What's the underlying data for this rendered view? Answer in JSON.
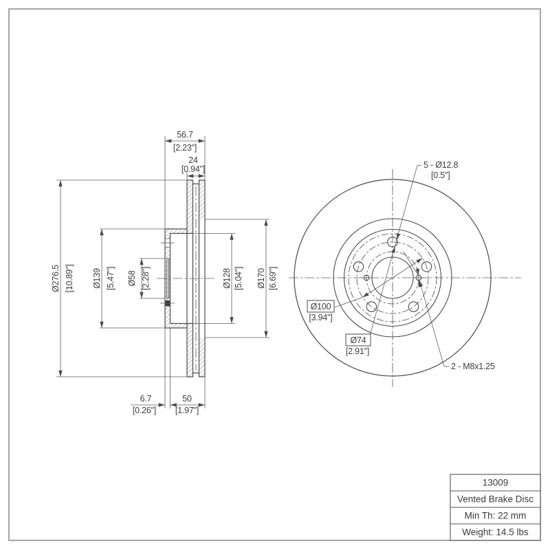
{
  "section_view": {
    "dims": {
      "overall_width": {
        "value": "56.7",
        "inches": "[2.23\"]"
      },
      "plate_thickness": {
        "value": "24",
        "inches": "[0.94\"]"
      },
      "outer_diameter": {
        "value": "Ø276.5",
        "inches": "[10.89\"]"
      },
      "hub_diameter": {
        "value": "Ø139",
        "inches": "[5.47\"]"
      },
      "bore_diameter": {
        "value": "Ø58",
        "inches": "[2.28\"]"
      },
      "hat_inner_diameter": {
        "value": "Ø128",
        "inches": "[5.04\"]"
      },
      "friction_inner_diameter": {
        "value": "Ø170",
        "inches": "[6.69\"]"
      },
      "flange_thickness": {
        "value": "6.7",
        "inches": "[0.26\"]"
      },
      "hat_depth": {
        "value": "50",
        "inches": "[1.97\"]"
      }
    }
  },
  "front_view": {
    "labels": {
      "bolt_holes": {
        "line1": "5 - Ø12.8",
        "line2": "[0.5\"]"
      },
      "bolt_circle": {
        "value": "Ø100",
        "inches": "[3.94\"]"
      },
      "pilot_circle": {
        "value": "Ø74",
        "inches": "[2.91\"]"
      },
      "thread_holes": "2 - M8x1.25"
    }
  },
  "title_block": {
    "rows": [
      "13009",
      "Vented Brake Disc",
      "Min Th: 22 mm",
      "Weight: 14.5 lbs"
    ]
  },
  "colors": {
    "line": "#4a4a4a",
    "thin_line": "#5d5d5d",
    "frame": "#9b9b9b",
    "text": "#3f3f3f"
  }
}
